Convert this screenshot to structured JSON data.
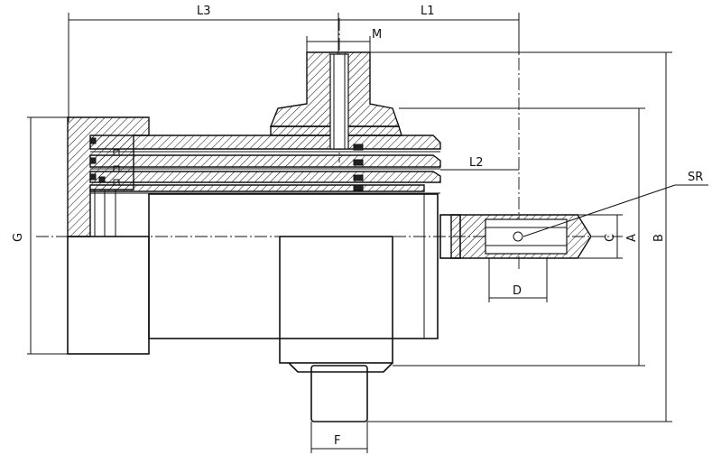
{
  "labels": {
    "L3": "L3",
    "L1": "L1",
    "M": "M",
    "L2": "L2",
    "SR": "SR",
    "G": "G",
    "C": "C",
    "A": "A",
    "B": "B",
    "D": "D",
    "F": "F"
  }
}
